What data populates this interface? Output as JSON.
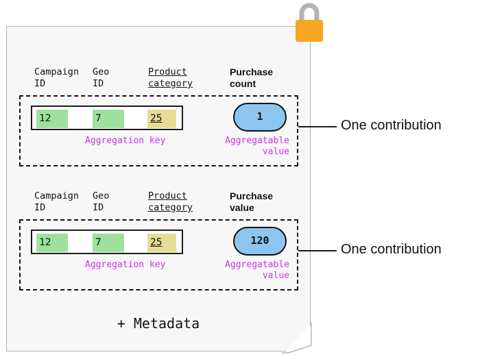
{
  "diagram": {
    "card": {
      "metadata_label": "+ Metadata",
      "lock_icon": "padlock-icon",
      "lock_body_color": "#f5a623",
      "lock_shackle_color": "#b3b3b3",
      "background_color": "#f7f7f7"
    },
    "colors": {
      "key_chip_green": "#9fe09f",
      "key_chip_yellow": "#e6dc96",
      "value_pill_blue": "#8cc5f0",
      "annotation_magenta": "#cc33e6",
      "outline_black": "#111111"
    },
    "contributions": [
      {
        "callout": "One contribution",
        "headers": {
          "campaign": "Campaign\nID",
          "geo": "Geo\nID",
          "product": "Product\ncategory",
          "measure": "Purchase\ncount"
        },
        "key_values": {
          "campaign": "12",
          "geo": "7",
          "product": "25"
        },
        "aggregatable_value": "1",
        "annotations": {
          "key": "Aggregation key",
          "value": "Aggregatable value"
        }
      },
      {
        "callout": "One contribution",
        "headers": {
          "campaign": "Campaign\nID",
          "geo": "Geo\nID",
          "product": "Product\ncategory",
          "measure": "Purchase\nvalue"
        },
        "key_values": {
          "campaign": "12",
          "geo": "7",
          "product": "25"
        },
        "aggregatable_value": "120",
        "annotations": {
          "key": "Aggregation key",
          "value": "Aggregatable value"
        }
      }
    ]
  }
}
